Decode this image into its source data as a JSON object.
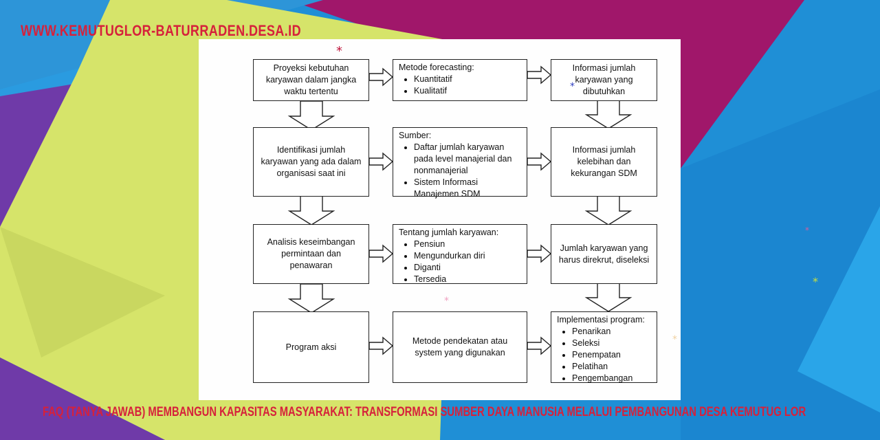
{
  "site": {
    "url": "WWW.KEMUTUGLOR-BATURRADEN.DESA.ID"
  },
  "caption": "FAQ (TANYA JAWAB) MEMBANGUN KAPASITAS MASYARAKAT: TRANSFORMASI SUMBER DAYA MANUSIA MELALUI PEMBANGUNAN DESA KEMUTUG LOR",
  "colors": {
    "accent": "#d6213b",
    "background_blue": "#1f8fd6",
    "envelope_yellow": "#d6e46a",
    "envelope_purple": "#7a3fb0",
    "envelope_magenta": "#a0176a"
  },
  "diagram": {
    "rows": [
      {
        "left": "Proyeksi kebutuhan karyawan dalam jangka waktu tertentu",
        "middle": {
          "title": "Metode forecasting:",
          "items": [
            "Kuantitatif",
            "Kualitatif"
          ]
        },
        "right": "Informasi jumlah karyawan yang dibutuhkan"
      },
      {
        "left": "Identifikasi jumlah karyawan yang ada dalam organisasi saat ini",
        "middle": {
          "title": "Sumber:",
          "items": [
            "Daftar jumlah karyawan pada level manajerial dan nonmanajerial",
            "Sistem Informasi Manajemen SDM"
          ]
        },
        "right": "Informasi jumlah kelebihan dan kekurangan SDM"
      },
      {
        "left": "Analisis keseimbangan permintaan dan penawaran",
        "middle": {
          "title": "Tentang jumlah karyawan:",
          "items": [
            "Pensiun",
            "Mengundurkan diri",
            "Diganti",
            "Tersedia"
          ]
        },
        "right": "Jumlah karyawan yang harus direkrut, diseleksi"
      },
      {
        "left": "Program aksi",
        "middle": {
          "text": "Metode pendekatan atau system yang digunakan"
        },
        "right": {
          "title": "Implementasi program:",
          "items": [
            "Penarikan",
            "Seleksi",
            "Penempatan",
            "Pelatihan",
            "Pengembangan"
          ]
        }
      }
    ]
  }
}
